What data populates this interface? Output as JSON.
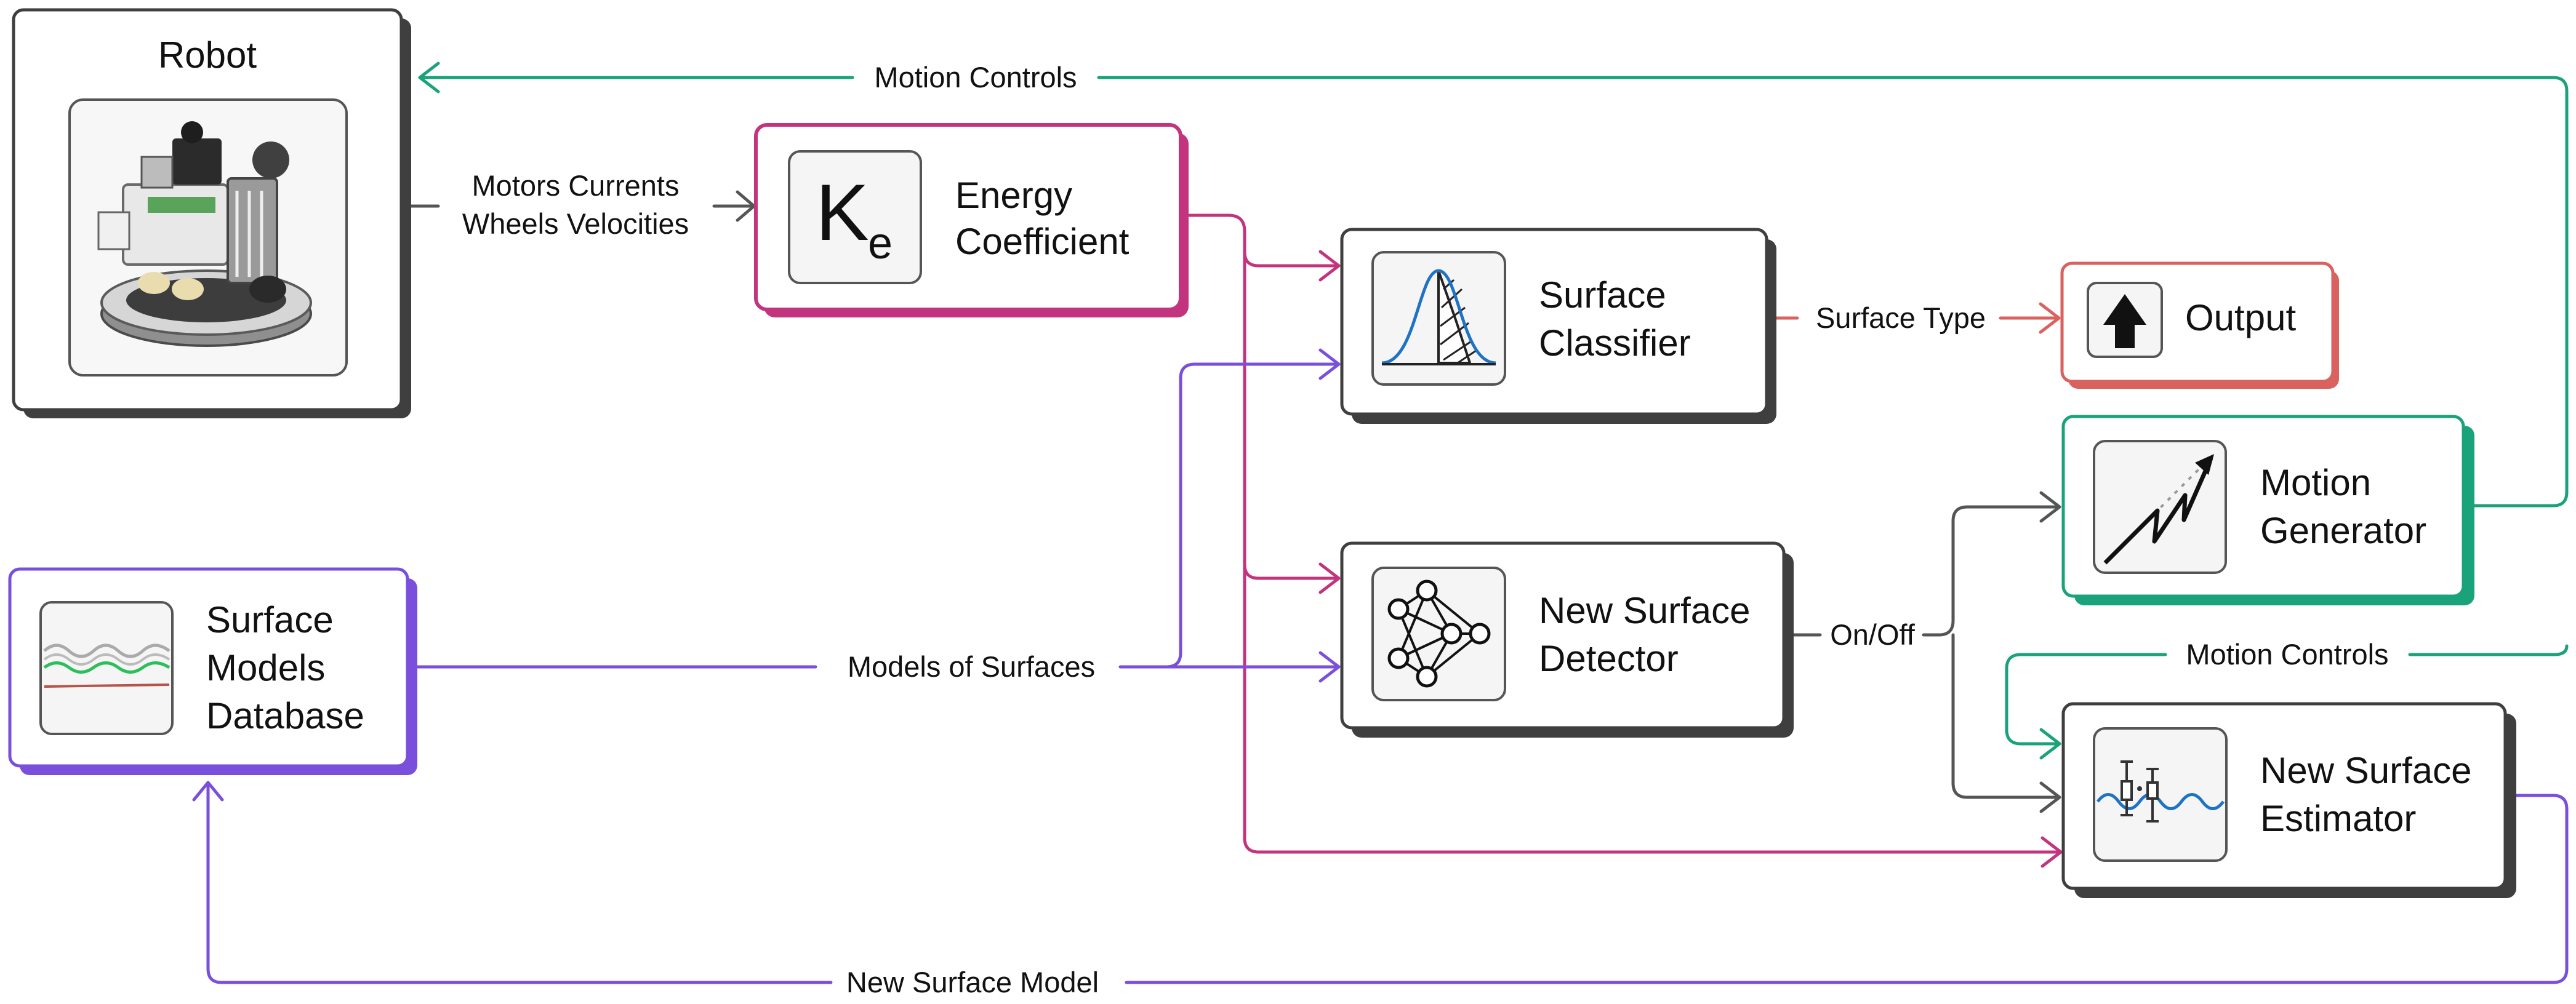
{
  "colors": {
    "gray": "#555555",
    "shadow": "#3f3f3f",
    "magenta": "#c3347f",
    "green": "#1aa37a",
    "purple": "#7a4fdc",
    "red": "#d9625f",
    "blue_curve": "#1f73c4"
  },
  "nodes": {
    "robot": {
      "title": "Robot",
      "image": "robot-photo"
    },
    "energy": {
      "line1": "Energy",
      "line2": "Coefficient",
      "icon_main": "K",
      "icon_sub": "e"
    },
    "classifier": {
      "line1": "Surface",
      "line2": "Classifier",
      "icon": "gaussian-curve-icon"
    },
    "output": {
      "label": "Output",
      "icon": "up-arrow-icon"
    },
    "generator": {
      "line1": "Motion",
      "line2": "Generator",
      "icon": "zigzag-arrow-icon"
    },
    "detector": {
      "line1": "New Surface",
      "line2": "Detector",
      "icon": "neural-network-icon"
    },
    "estimator": {
      "line1": "New Surface",
      "line2": "Estimator",
      "icon": "boxplot-wave-icon"
    },
    "database": {
      "line1": "Surface",
      "line2": "Models",
      "line3": "Database",
      "icon": "signal-traces-icon"
    }
  },
  "edges": {
    "robot_to_energy_line1": "Motors Currents",
    "robot_to_energy_line2": "Wheels Velocities",
    "motion_controls_top": "Motion Controls",
    "surface_type": "Surface Type",
    "models_of_surfaces": "Models of Surfaces",
    "on_off": "On/Off",
    "motion_controls_mid": "Motion Controls",
    "new_surface_model": "New Surface Model"
  }
}
